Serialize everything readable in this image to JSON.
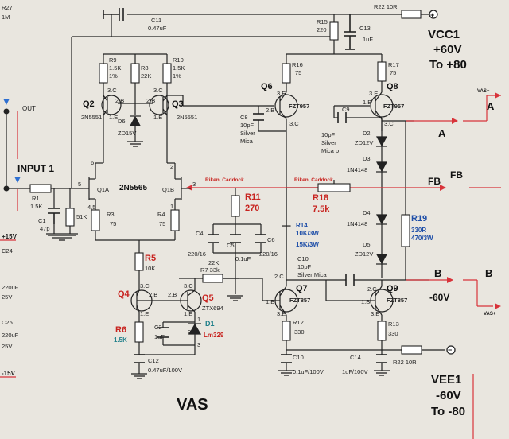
{
  "title": "VAS",
  "rails": {
    "vcc": {
      "name": "VCC1",
      "value": "+60V",
      "range": "To +80"
    },
    "vee": {
      "name": "VEE1",
      "value": "-60V",
      "range": "To -80"
    }
  },
  "ports": {
    "out": "OUT",
    "input": "INPUT 1",
    "a": "A",
    "a_right": "A",
    "b": "B",
    "b_right": "B",
    "b_value": "-60V",
    "fb": "FB",
    "fb_right": "FB",
    "vas_plus_top": "VAS+",
    "vas_plus_bottom": "VAS+"
  },
  "edge_labels": {
    "r27": "R27",
    "r27_val": "1M",
    "plus15": "+15V",
    "minus15": "-15V",
    "c24": "C24",
    "c24_val1": "220uF",
    "c24_val2": "25V",
    "c25": "C25",
    "c25_val1": "220uF",
    "c25_val2": "25V"
  },
  "components": {
    "r22_top": "R22 10R",
    "c11": "C11",
    "c11_val": "0.47uF",
    "r15": "R15",
    "r15_val": "220",
    "c13": "C13",
    "c13_val": "1uF",
    "r9": "R9",
    "r9_val1": "1.5K",
    "r9_val2": "1%",
    "r8": "R8",
    "r8_val": "22K",
    "r10": "R10",
    "r10_val1": "1.5K",
    "r10_val2": "1%",
    "q2": "Q2",
    "q2_part": "2N5551",
    "q3": "Q3",
    "q3_part": "2N5551",
    "d6": "D6",
    "d6_val": "ZD15V",
    "r16": "R16",
    "r16_val": "75",
    "r17": "R17",
    "r17_val": "75",
    "q6": "Q6",
    "q6_part": "FZT957",
    "q8": "Q8",
    "q8_part": "FZT957",
    "c8": "C8",
    "c8_val1": "10pF",
    "c8_val2": "Silver",
    "c8_val3": "Mica",
    "c9": "C9",
    "c9_val1": "10pF",
    "c9_val2": "Silver",
    "c9_val3": "Mica p",
    "d2": "D2",
    "d2_val": "ZD12V",
    "d3": "D3",
    "d3_val": "1N4148",
    "q1a": "Q1A",
    "q1b": "Q1B",
    "q1_part": "2N5565",
    "r1": "R1",
    "r1_val": "1.5K",
    "c1": "C1",
    "c1_val": "47p",
    "r51k": "51K",
    "r3": "R3",
    "r3_val": "75",
    "r4": "R4",
    "r4_val": "75",
    "riken1": "Riken, Caddock.",
    "riken2": "Riken, Caddock.",
    "r18": "R18",
    "r18_val": "7.5k",
    "r11": "R11",
    "r11_val": "270",
    "r14": "R14",
    "r14_val1": "10K/3W",
    "r14_val2": "15K/3W",
    "d4": "D4",
    "d4_val": "1N4148",
    "d5": "D5",
    "d5_val": "ZD12V",
    "r19": "R19",
    "r19_val1": "330R",
    "r19_val2": "470/3W",
    "c4": "C4",
    "c4_val": "220/16",
    "c5": "C5",
    "c5_val": "0.1uF",
    "c6": "C6",
    "c6_val": "220/16",
    "r5": "R5",
    "r5_val": "10K",
    "r7": "R7 33k",
    "r22k": "22K",
    "c10": "C10",
    "c10_val1": "10pF",
    "c10_val2": "Silver Mica",
    "q4": "Q4",
    "q5": "Q5",
    "q5_part": "ZTX694",
    "d1": "D1",
    "d1_part": "Lm329",
    "c2": "C2",
    "c2_val": "1uF",
    "r6": "R6",
    "r6_val": "1.5K",
    "c12": "C12",
    "c12_val": "0.47uF/100V",
    "q7": "Q7",
    "q7_part": "FZT857",
    "q9": "Q9",
    "q9_part": "FZT857",
    "r12": "R12",
    "r12_val": "330",
    "r13": "R13",
    "r13_val": "330",
    "c10b": "C10",
    "c10b_val": "0.1uF/100V",
    "c14": "C14",
    "c14_val": "1uF/100V",
    "r22_bottom": "R22 10R"
  },
  "pins": {
    "q2_3c": "3.C",
    "q2_2b": "2.B",
    "q2_1e": "1.E",
    "q3_3c": "3.C",
    "q3_2b": "2.B",
    "q3_1e": "1.E",
    "q6_3e": "3.E",
    "q6_2b": "2.B",
    "q6_3c": "3.C",
    "q8_3e": "3.E",
    "q8_1b": "1.B",
    "q8_3c": "3.C",
    "q1a_6": "6",
    "q1a_5": "5",
    "q1a_45": "4,5",
    "q1b_2": "2",
    "q1b_3": "3",
    "q1b_1": "1",
    "q4_3c": "3.C",
    "q4_2b": "2.B",
    "q4_1e": "1.E",
    "q5_3c": "3.C",
    "q5_2b": "2.B",
    "q5_1e": "1.E",
    "d1_1": "1",
    "d1_2": "2",
    "d1_3": "3",
    "q7_2c": "2.C",
    "q7_1b": "1.B",
    "q7_3e": "3.E",
    "q9_2c": "2.C",
    "q9_1b": "1.B",
    "q9_3e": "3.E"
  },
  "colors": {
    "ink": "#222222",
    "red": "#c8231f",
    "blue": "#1f4fa8",
    "teal": "#1f7f8a",
    "paper": "#e9e6df"
  }
}
